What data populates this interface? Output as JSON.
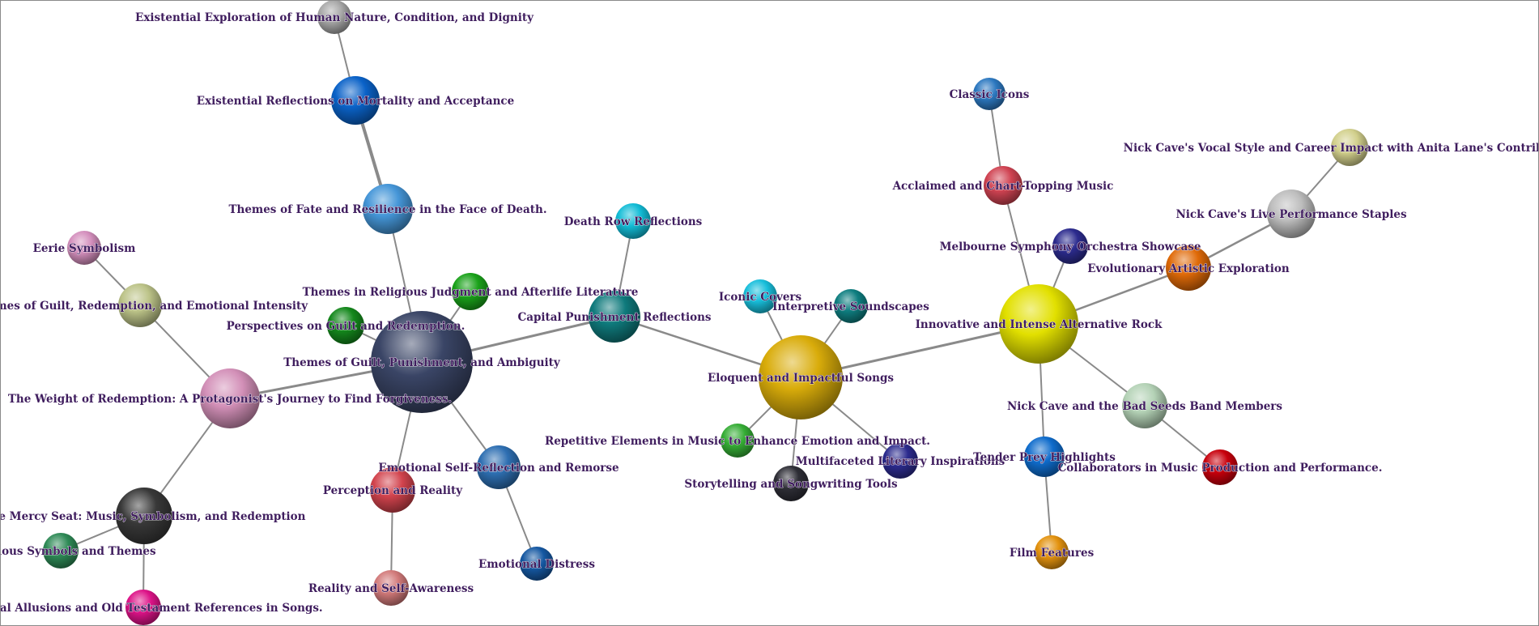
{
  "diagram": {
    "type": "network-graph",
    "nodes": [
      {
        "id": "n1",
        "label": "Themes of Guilt, Punishment, and Ambiguity",
        "color": "#3a4566"
      },
      {
        "id": "n2",
        "label": "Eloquent and Impactful Songs",
        "color": "#d9ac0a"
      },
      {
        "id": "n3",
        "label": "Innovative and Intense Alternative Rock",
        "color": "#e2e000"
      },
      {
        "id": "n4",
        "label": "The Weight of Redemption: A Protagonist's Journey to Find Forgiveness.",
        "color": "#d390b8"
      },
      {
        "id": "n5",
        "label": "The Mercy Seat: Music, Symbolism, and Redemption",
        "color": "#383838"
      },
      {
        "id": "n6",
        "label": "Themes of Guilt, Redemption, and Emotional Intensity",
        "color": "#bcc388"
      },
      {
        "id": "n7",
        "label": "Eerie Symbolism",
        "color": "#d48fbd"
      },
      {
        "id": "n8",
        "label": "Religious Symbols and Themes",
        "color": "#2e8a56"
      },
      {
        "id": "n9",
        "label": "Biblical Allusions and Old Testament References in Songs.",
        "color": "#dd1388"
      },
      {
        "id": "n10",
        "label": "Themes of Fate and Resilience in the Face of Death.",
        "color": "#4596d8"
      },
      {
        "id": "n11",
        "label": "Existential Reflections on Mortality and Acceptance",
        "color": "#0a62c8"
      },
      {
        "id": "n12",
        "label": "Existential Exploration of Human Nature, Condition, and Dignity",
        "color": "#a8a8a8"
      },
      {
        "id": "n13",
        "label": "Themes in Religious Judgment and Afterlife Literature",
        "color": "#1aa21a"
      },
      {
        "id": "n14",
        "label": "Perspectives on Guilt and Redemption.",
        "color": "#14881c"
      },
      {
        "id": "n15",
        "label": "Capital Punishment Reflections",
        "color": "#0f7a7c"
      },
      {
        "id": "n16",
        "label": "Death Row Reflections",
        "color": "#12bcd6"
      },
      {
        "id": "n17",
        "label": "Perception and Reality",
        "color": "#d2434d"
      },
      {
        "id": "n18",
        "label": "Reality and Self-Awareness",
        "color": "#d27a7a"
      },
      {
        "id": "n19",
        "label": "Emotional Self-Reflection and Remorse",
        "color": "#2e6fb2"
      },
      {
        "id": "n20",
        "label": "Emotional Distress",
        "color": "#1558a2"
      },
      {
        "id": "n21",
        "label": "Iconic Covers",
        "color": "#18bedb"
      },
      {
        "id": "n22",
        "label": "Interpretive Soundscapes",
        "color": "#0e7e80"
      },
      {
        "id": "n23",
        "label": "Repetitive Elements in Music to Enhance Emotion and Impact.",
        "color": "#35ad35"
      },
      {
        "id": "n24",
        "label": "Storytelling and Songwriting Tools",
        "color": "#2e2e36"
      },
      {
        "id": "n25",
        "label": "Multifaceted Literary Inspirations",
        "color": "#2c2b8e"
      },
      {
        "id": "n26",
        "label": "Classic Icons",
        "color": "#2c78c0"
      },
      {
        "id": "n27",
        "label": "Acclaimed and Chart-Topping Music",
        "color": "#d04352"
      },
      {
        "id": "n28",
        "label": "Melbourne Symphony Orchestra Showcase",
        "color": "#2c2b8e"
      },
      {
        "id": "n29",
        "label": "Evolutionary Artistic Exploration",
        "color": "#e06a08"
      },
      {
        "id": "n30",
        "label": "Nick Cave's Live Performance Staples",
        "color": "#bdbdbd"
      },
      {
        "id": "n31",
        "label": "Nick Cave's Vocal Style and Career Impact with Anita Lane's Contribution",
        "color": "#d2d08c"
      },
      {
        "id": "n32",
        "label": "Nick Cave and the Bad Seeds Band Members",
        "color": "#b4d2b6"
      },
      {
        "id": "n33",
        "label": "Collaborators in Music Production and Performance.",
        "color": "#c8000c"
      },
      {
        "id": "n34",
        "label": "Tender Prey Highlights",
        "color": "#0f6ccc"
      },
      {
        "id": "n35",
        "label": "Film Features",
        "color": "#e3920e"
      }
    ],
    "edges": [
      [
        "n1",
        "n4"
      ],
      [
        "n4",
        "n6"
      ],
      [
        "n6",
        "n7"
      ],
      [
        "n4",
        "n5"
      ],
      [
        "n5",
        "n8"
      ],
      [
        "n5",
        "n9"
      ],
      [
        "n1",
        "n10"
      ],
      [
        "n10",
        "n11"
      ],
      [
        "n11",
        "n12"
      ],
      [
        "n1",
        "n13"
      ],
      [
        "n1",
        "n14"
      ],
      [
        "n1",
        "n15"
      ],
      [
        "n15",
        "n16"
      ],
      [
        "n1",
        "n17"
      ],
      [
        "n17",
        "n18"
      ],
      [
        "n1",
        "n19"
      ],
      [
        "n19",
        "n20"
      ],
      [
        "n15",
        "n2"
      ],
      [
        "n2",
        "n21"
      ],
      [
        "n2",
        "n22"
      ],
      [
        "n2",
        "n23"
      ],
      [
        "n2",
        "n24"
      ],
      [
        "n2",
        "n25"
      ],
      [
        "n2",
        "n3"
      ],
      [
        "n3",
        "n27"
      ],
      [
        "n27",
        "n26"
      ],
      [
        "n3",
        "n28"
      ],
      [
        "n3",
        "n29"
      ],
      [
        "n29",
        "n30"
      ],
      [
        "n30",
        "n31"
      ],
      [
        "n3",
        "n32"
      ],
      [
        "n32",
        "n33"
      ],
      [
        "n3",
        "n34"
      ],
      [
        "n34",
        "n35"
      ]
    ]
  }
}
